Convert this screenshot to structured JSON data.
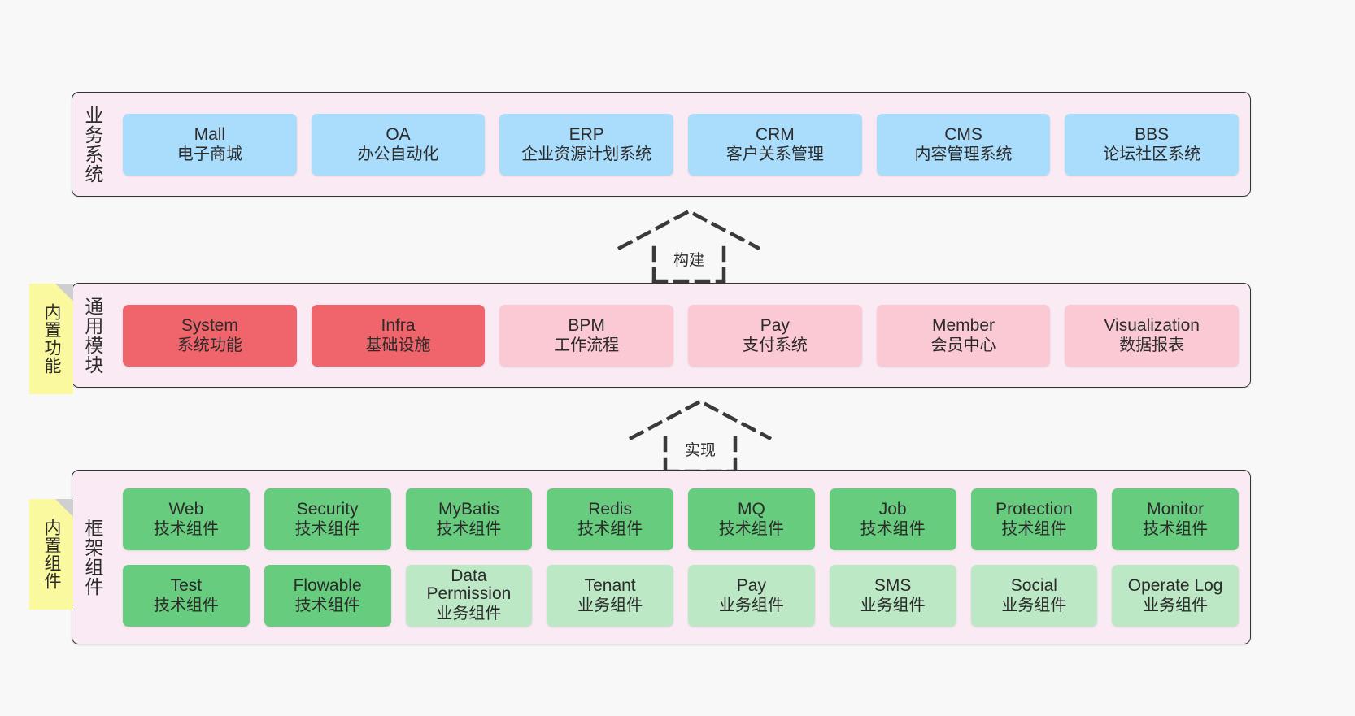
{
  "layers": [
    {
      "id": "business-system",
      "title": "业务系统",
      "rows": [
        [
          {
            "name": "Mall",
            "sub": "电子商城",
            "color": "c-blue"
          },
          {
            "name": "OA",
            "sub": "办公自动化",
            "color": "c-blue"
          },
          {
            "name": "ERP",
            "sub": "企业资源计划系统",
            "color": "c-blue"
          },
          {
            "name": "CRM",
            "sub": "客户关系管理",
            "color": "c-blue"
          },
          {
            "name": "CMS",
            "sub": "内容管理系统",
            "color": "c-blue"
          },
          {
            "name": "BBS",
            "sub": "论坛社区系统",
            "color": "c-blue"
          }
        ]
      ]
    },
    {
      "id": "common-module",
      "title": "通用模块",
      "sticky": "内置功能",
      "rows": [
        [
          {
            "name": "System",
            "sub": "系统功能",
            "color": "c-red"
          },
          {
            "name": "Infra",
            "sub": "基础设施",
            "color": "c-red"
          },
          {
            "name": "BPM",
            "sub": "工作流程",
            "color": "c-pink"
          },
          {
            "name": "Pay",
            "sub": "支付系统",
            "color": "c-pink"
          },
          {
            "name": "Member",
            "sub": "会员中心",
            "color": "c-pink"
          },
          {
            "name": "Visualization",
            "sub": "数据报表",
            "color": "c-pink"
          }
        ]
      ]
    },
    {
      "id": "framework-component",
      "title": "框架组件",
      "sticky": "内置组件",
      "rows": [
        [
          {
            "name": "Web",
            "sub": "技术组件",
            "color": "c-green"
          },
          {
            "name": "Security",
            "sub": "技术组件",
            "color": "c-green"
          },
          {
            "name": "MyBatis",
            "sub": "技术组件",
            "color": "c-green"
          },
          {
            "name": "Redis",
            "sub": "技术组件",
            "color": "c-green"
          },
          {
            "name": "MQ",
            "sub": "技术组件",
            "color": "c-green"
          },
          {
            "name": "Job",
            "sub": "技术组件",
            "color": "c-green"
          },
          {
            "name": "Protection",
            "sub": "技术组件",
            "color": "c-green"
          },
          {
            "name": "Monitor",
            "sub": "技术组件",
            "color": "c-green"
          }
        ],
        [
          {
            "name": "Test",
            "sub": "技术组件",
            "color": "c-green"
          },
          {
            "name": "Flowable",
            "sub": "技术组件",
            "color": "c-green"
          },
          {
            "name": "Data Permission",
            "sub": "业务组件",
            "color": "c-lightgreen"
          },
          {
            "name": "Tenant",
            "sub": "业务组件",
            "color": "c-lightgreen"
          },
          {
            "name": "Pay",
            "sub": "业务组件",
            "color": "c-lightgreen"
          },
          {
            "name": "SMS",
            "sub": "业务组件",
            "color": "c-lightgreen"
          },
          {
            "name": "Social",
            "sub": "业务组件",
            "color": "c-lightgreen"
          },
          {
            "name": "Operate Log",
            "sub": "业务组件",
            "color": "c-lightgreen"
          }
        ]
      ]
    }
  ],
  "connectors": [
    {
      "id": "build",
      "label": "构建"
    },
    {
      "id": "implement",
      "label": "实现"
    }
  ],
  "colors": {
    "panel_background": "#f9eaf4",
    "panel_border": "#333333",
    "canvas_background": "#f8f8f8",
    "business_card": "#aadcfb",
    "module_primary": "#f0646b",
    "module_secondary": "#fbc9d4",
    "tech_component": "#68cc7f",
    "business_component": "#bce8c6",
    "sticky_note": "#fbf9a0",
    "text": "#2b2b2b"
  }
}
